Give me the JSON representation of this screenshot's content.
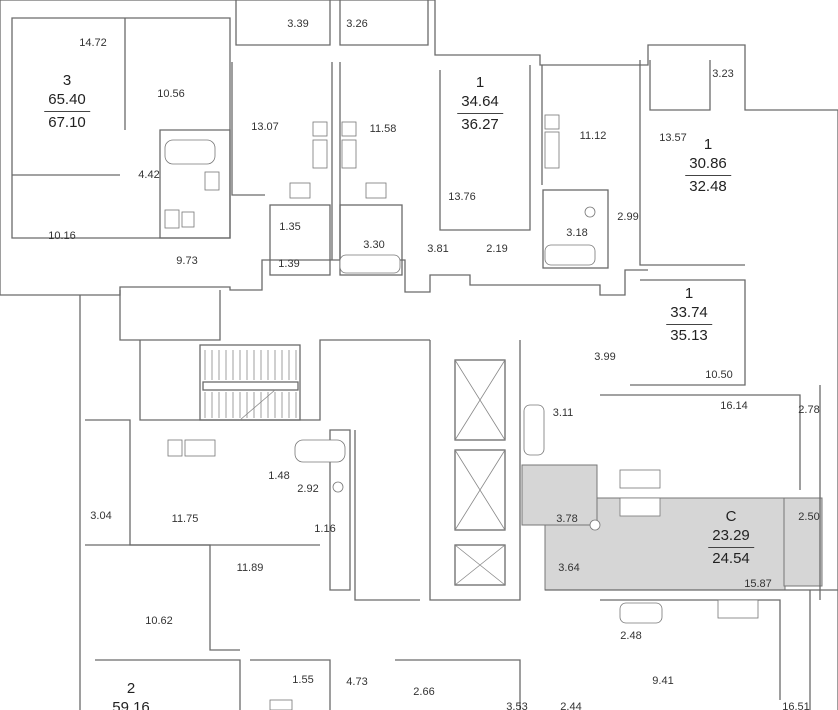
{
  "colors": {
    "highlight_unit": "#d6d6d6",
    "wall": "#6a6a6a",
    "text": "#333333"
  },
  "units": [
    {
      "id": "unit-3-room",
      "rooms": "3",
      "living_area": "65.40",
      "total_area": "67.10"
    },
    {
      "id": "unit-1-room-a",
      "rooms": "1",
      "living_area": "34.64",
      "total_area": "36.27"
    },
    {
      "id": "unit-1-room-b",
      "rooms": "1",
      "living_area": "30.86",
      "total_area": "32.48"
    },
    {
      "id": "unit-1-room-c",
      "rooms": "1",
      "living_area": "33.74",
      "total_area": "35.13"
    },
    {
      "id": "unit-studio",
      "rooms": "С",
      "living_area": "23.29",
      "total_area": "24.54"
    },
    {
      "id": "unit-2-room",
      "rooms": "2",
      "living_area": "59.16",
      "total_area": ""
    }
  ],
  "room_areas": [
    "14.72",
    "3.39",
    "3.26",
    "10.56",
    "13.07",
    "11.58",
    "3.23",
    "13.57",
    "11.12",
    "4.42",
    "10.16",
    "9.73",
    "1.35",
    "1.39",
    "3.30",
    "3.81",
    "13.76",
    "2.19",
    "3.18",
    "2.99",
    "3.99",
    "10.50",
    "3.11",
    "16.14",
    "2.78",
    "3.04",
    "11.75",
    "1.48",
    "2.92",
    "1.16",
    "3.78",
    "3.64",
    "2.50",
    "15.87",
    "11.89",
    "10.62",
    "2.48",
    "9.41",
    "1.55",
    "4.73",
    "2.66",
    "3.53",
    "2.44",
    "16.51"
  ]
}
